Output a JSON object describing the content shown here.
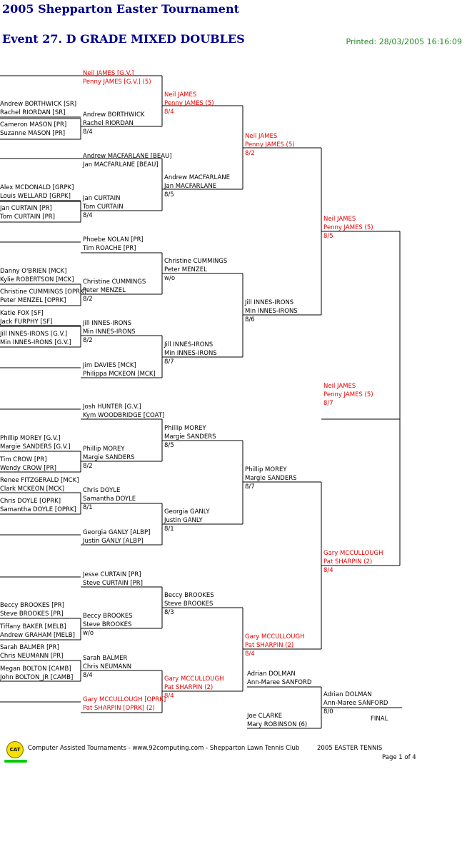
{
  "header": {
    "title": "2005 Shepparton Easter Tournament",
    "event": "Event 27. D GRADE MIXED DOUBLES",
    "printed": "Printed: 28/03/2005 16:16:09"
  },
  "footer": {
    "logo": "CAT",
    "text": "Computer Assisted Tournaments - www.92computing.com -  Shepparton Lawn Tennis Club",
    "event": "2005 EASTER TENNIS",
    "page": "Page 1 of 4"
  },
  "bracket": {
    "labels": [
      {
        "t": "Neil JAMES [G.V.]",
        "red": true
      },
      {
        "t": "Penny JAMES [G.V.] (5)",
        "red": true
      },
      {
        "t": "Andrew BORTHWICK [SR]"
      },
      {
        "t": "Rachel RIORDAN [SR]"
      },
      {
        "t": "Cameron MASON [PR]"
      },
      {
        "t": "Suzanne MASON [PR]"
      },
      {
        "t": "Andrew BORTHWICK"
      },
      {
        "t": "Rachel RIORDAN"
      },
      {
        "t": "8/4"
      },
      {
        "t": "Neil JAMES",
        "red": true
      },
      {
        "t": "Penny JAMES (5)",
        "red": true
      },
      {
        "t": "8/4",
        "red": true
      },
      {
        "t": "Andrew MACFARLANE [BEAU]"
      },
      {
        "t": "Jan MACFARLANE [BEAU]"
      },
      {
        "t": "Alex MCDONALD [GRPK]"
      },
      {
        "t": "Louis WELLARD [GRPK]"
      },
      {
        "t": "Jan CURTAIN [PR]"
      },
      {
        "t": "Tom CURTAIN [PR]"
      },
      {
        "t": "Jan CURTAIN"
      },
      {
        "t": "Tom CURTAIN"
      },
      {
        "t": "8/4"
      },
      {
        "t": "Andrew MACFARLANE"
      },
      {
        "t": "Jan MACFARLANE"
      },
      {
        "t": "8/5"
      },
      {
        "t": "Neil JAMES",
        "red": true
      },
      {
        "t": "Penny JAMES (5)",
        "red": true
      },
      {
        "t": "8/2",
        "red": true
      },
      {
        "t": "Phoebe NOLAN [PR]"
      },
      {
        "t": "Tim ROACHE [PR]"
      },
      {
        "t": "Danny O'BRIEN [MCK]"
      },
      {
        "t": "Kylie ROBERTSON [MCK]"
      },
      {
        "t": "Christine CUMMINGS [OPRK]"
      },
      {
        "t": "Peter MENZEL [OPRK]"
      },
      {
        "t": "Christine CUMMINGS"
      },
      {
        "t": "Peter MENZEL"
      },
      {
        "t": "8/2"
      },
      {
        "t": "Christine CUMMINGS"
      },
      {
        "t": "Peter MENZEL"
      },
      {
        "t": "w/o"
      },
      {
        "t": "Katie FOX [SF]"
      },
      {
        "t": "Jack FURPHY [SF]"
      },
      {
        "t": "Jill INNES-IRONS [G.V.]"
      },
      {
        "t": "Min INNES-IRONS [G.V.]"
      },
      {
        "t": "Jill INNES-IRONS"
      },
      {
        "t": "Min INNES-IRONS"
      },
      {
        "t": "8/2"
      },
      {
        "t": "Jim DAVIES [MCK]"
      },
      {
        "t": "Philippa MCKEON [MCK]"
      },
      {
        "t": "Jill INNES-IRONS"
      },
      {
        "t": "Min INNES-IRONS"
      },
      {
        "t": "8/7"
      },
      {
        "t": "Jill INNES-IRONS"
      },
      {
        "t": "Min INNES-IRONS"
      },
      {
        "t": "8/6"
      },
      {
        "t": "Neil JAMES",
        "red": true
      },
      {
        "t": "Penny JAMES (5)",
        "red": true
      },
      {
        "t": "8/5",
        "red": true
      },
      {
        "t": "Josh HUNTER [G.V.]"
      },
      {
        "t": "Kym WOODBRIDGE [COAT]"
      },
      {
        "t": "Phillip MOREY [G.V.]"
      },
      {
        "t": "Margie SANDERS [G.V.]"
      },
      {
        "t": "Tim CROW [PR]"
      },
      {
        "t": "Wendy CROW [PR]"
      },
      {
        "t": "Phillip MOREY"
      },
      {
        "t": "Margie SANDERS"
      },
      {
        "t": "8/2"
      },
      {
        "t": "Phillip MOREY"
      },
      {
        "t": "Margie SANDERS"
      },
      {
        "t": "8/5"
      },
      {
        "t": "Renee FITZGERALD [MCK]"
      },
      {
        "t": "Clark MCKEON [MCK]"
      },
      {
        "t": "Chris DOYLE [OPRK]"
      },
      {
        "t": "Samantha DOYLE [OPRK]"
      },
      {
        "t": "Chris DOYLE"
      },
      {
        "t": "Samantha DOYLE"
      },
      {
        "t": "8/1"
      },
      {
        "t": "Georgia GANLY [ALBP]"
      },
      {
        "t": "Justin GANLY [ALBP]"
      },
      {
        "t": "Georgia GANLY"
      },
      {
        "t": "Justin GANLY"
      },
      {
        "t": "8/1"
      },
      {
        "t": "Phillip MOREY"
      },
      {
        "t": "Margie SANDERS"
      },
      {
        "t": "8/7"
      },
      {
        "t": "Neil JAMES",
        "red": true
      },
      {
        "t": "Penny JAMES (5)",
        "red": true
      },
      {
        "t": "8/7",
        "red": true
      },
      {
        "t": "Jesse CURTAIN [PR]"
      },
      {
        "t": "Steve CURTAIN [PR]"
      },
      {
        "t": "Beccy BROOKES [PR]"
      },
      {
        "t": "Steve BROOKES [PR]"
      },
      {
        "t": "Tiffany BAKER [MELB]"
      },
      {
        "t": "Andrew GRAHAM [MELB]"
      },
      {
        "t": "Beccy BROOKES"
      },
      {
        "t": "Steve BROOKES"
      },
      {
        "t": "w/o"
      },
      {
        "t": "Beccy BROOKES"
      },
      {
        "t": "Steve BROOKES"
      },
      {
        "t": "8/3"
      },
      {
        "t": "Sarah BALMER [PR]"
      },
      {
        "t": "Chris NEUMANN [PR]"
      },
      {
        "t": "Megan BOLTON [CAMB]"
      },
      {
        "t": "John BOLTON_JR [CAMB]"
      },
      {
        "t": "Sarah BALMER"
      },
      {
        "t": "Chris NEUMANN"
      },
      {
        "t": "8/4"
      },
      {
        "t": "Gary MCCULLOUGH [OPRK]",
        "red": true
      },
      {
        "t": "Pat SHARPIN [OPRK] (2)",
        "red": true
      },
      {
        "t": "Gary MCCULLOUGH",
        "red": true
      },
      {
        "t": "Pat SHARPIN (2)",
        "red": true
      },
      {
        "t": "8/4",
        "red": true
      },
      {
        "t": "Gary MCCULLOUGH",
        "red": true
      },
      {
        "t": "Pat SHARPIN (2)",
        "red": true
      },
      {
        "t": "8/4",
        "red": true
      },
      {
        "t": "Gary MCCULLOUGH",
        "red": true
      },
      {
        "t": "Pat SHARPIN (2)",
        "red": true
      },
      {
        "t": "8/4",
        "red": true
      },
      {
        "t": "Adrian DOLMAN"
      },
      {
        "t": "Ann-Maree SANFORD"
      },
      {
        "t": "Joe CLARKE"
      },
      {
        "t": "Mary ROBINSON (6)"
      },
      {
        "t": "Adrian DOLMAN"
      },
      {
        "t": "Ann-Maree SANFORD"
      },
      {
        "t": "8/0"
      },
      {
        "t": "FINAL"
      }
    ]
  }
}
